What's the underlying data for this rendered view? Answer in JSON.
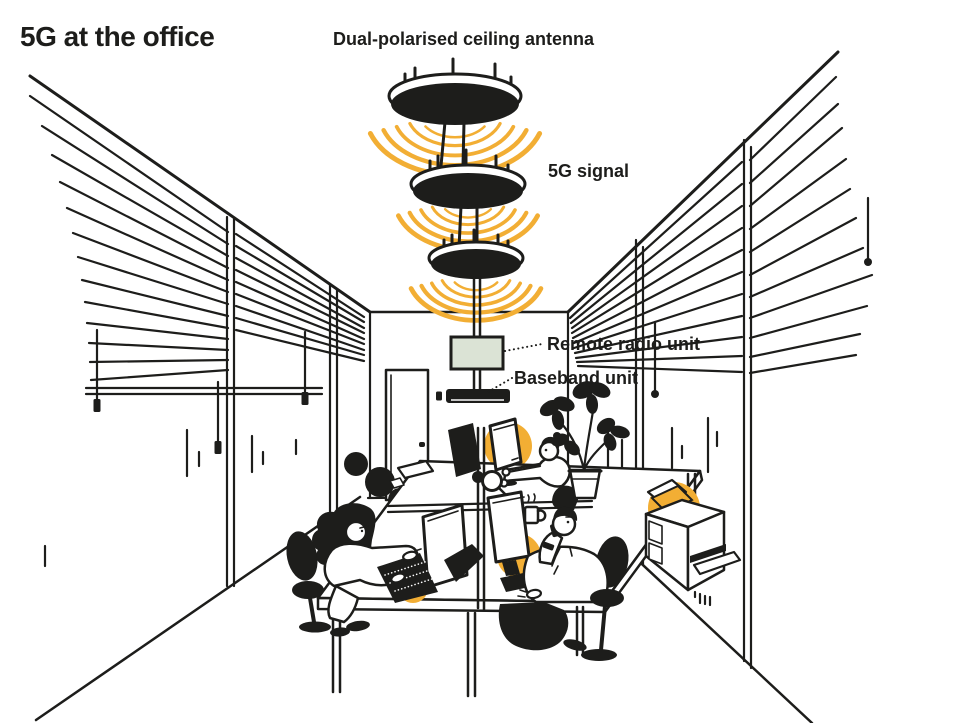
{
  "title": "5G at the office",
  "labels": {
    "ceiling_antenna": "Dual-polarised ceiling antenna",
    "signal": "5G signal",
    "remote_radio_unit": "Remote radio unit",
    "baseband_unit": "Baseband unit"
  },
  "colors": {
    "ink": "#1d1d1b",
    "accent": "#f2ae34",
    "rru_fill": "#dbe3d5",
    "background": "#ffffff"
  }
}
